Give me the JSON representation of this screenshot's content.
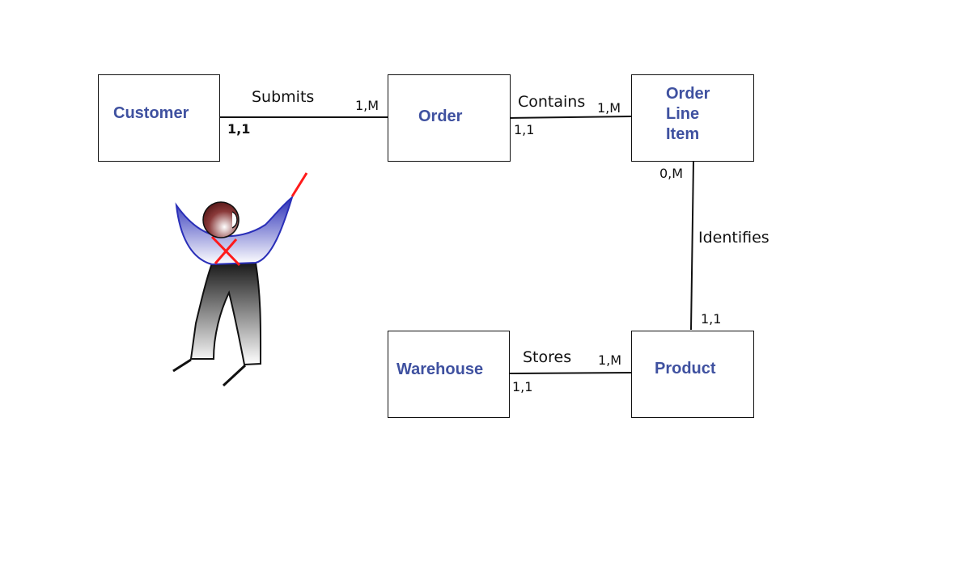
{
  "entities": {
    "customer": "Customer",
    "order": "Order",
    "order_line_item": "Order\nLine\nItem",
    "warehouse": "Warehouse",
    "product": "Product"
  },
  "relationships": {
    "submits": "Submits",
    "contains": "Contains",
    "identifies": "Identifies",
    "stores": "Stores"
  },
  "cardinalities": {
    "customer_submits": "1,1",
    "order_submits": "1,M",
    "order_contains": "1,1",
    "oli_contains": "1,M",
    "oli_identifies": "0,M",
    "product_identifies": "1,1",
    "warehouse_stores": "1,1",
    "product_stores": "1,M"
  },
  "colors": {
    "entity_text": "#3f51a0",
    "line": "#111111",
    "figure_shirt": "#2a2fb8",
    "figure_accent": "#ff1a1a"
  },
  "icons": {
    "figure": "cheering-person-icon"
  }
}
